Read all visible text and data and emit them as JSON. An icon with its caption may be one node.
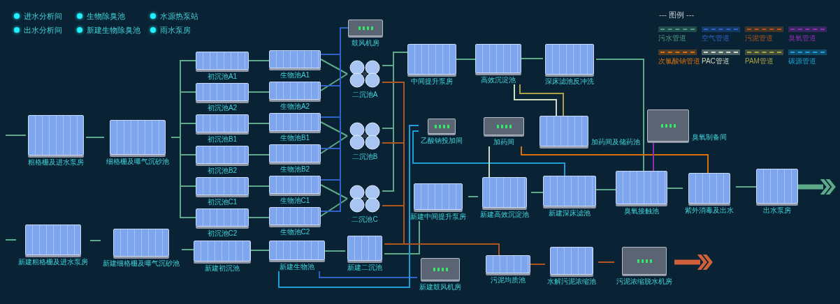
{
  "diagram": {
    "nodes": [
      {
        "text": [
          "粗格栅及进水泵房"
        ]
      },
      {
        "text": [
          "细格栅及曝气沉砂池"
        ]
      },
      {
        "text": [
          "初沉池A1"
        ]
      },
      {
        "text": [
          "初沉池A2"
        ]
      },
      {
        "text": [
          "初沉池B1"
        ]
      },
      {
        "text": [
          "初沉池B2"
        ]
      },
      {
        "text": [
          "初沉池C1"
        ]
      },
      {
        "text": [
          "初沉池C2"
        ]
      },
      {
        "text": [
          "生物池A1"
        ]
      },
      {
        "text": [
          "生物池A2"
        ]
      },
      {
        "text": [
          "生物池B1"
        ]
      },
      {
        "text": [
          "生物池B2"
        ]
      },
      {
        "text": [
          "生物池C1"
        ]
      },
      {
        "text": [
          "生物池C2"
        ]
      },
      {
        "text": [
          "鼓风机房"
        ]
      },
      {
        "text": [
          "二沉池A"
        ]
      },
      {
        "text": [
          "二沉池B"
        ]
      },
      {
        "text": [
          "二沉池C"
        ]
      },
      {
        "text": [
          "中间提升泵房"
        ]
      },
      {
        "text": [
          "高效沉淀池"
        ]
      },
      {
        "text": [
          "深床滤池反冲洗"
        ]
      },
      {
        "text": [
          "乙酸钠投加间"
        ]
      },
      {
        "text": [
          "加药间"
        ]
      },
      {
        "text": [
          "加药间及储药池"
        ]
      },
      {
        "text": [
          "臭氧制备间"
        ]
      },
      {
        "text": [
          "新建中间提升泵房"
        ]
      },
      {
        "text": [
          "新建高效沉淀池"
        ]
      },
      {
        "text": [
          "新建深床滤池"
        ]
      },
      {
        "text": [
          "臭氧接触池"
        ]
      },
      {
        "text": [
          "紫外消毒及出水"
        ]
      },
      {
        "text": [
          "出水泵房"
        ]
      },
      {
        "text": [
          "新建粗格栅及进水泵房"
        ]
      },
      {
        "text": [
          "新建细格栅及曝气沉砂池"
        ]
      },
      {
        "text": [
          "新建初沉池"
        ]
      },
      {
        "text": [
          "新建生物池"
        ]
      },
      {
        "text": [
          "新建二沉池"
        ]
      },
      {
        "text": [
          "新建鼓风机房"
        ]
      },
      {
        "text": [
          "污泥均质池"
        ]
      },
      {
        "text": [
          "水解污泥浓缩池"
        ]
      },
      {
        "text": [
          "污泥浓缩脱水机房"
        ]
      }
    ],
    "edges": [
      {
        "from": null,
        "to": 0,
        "arrow": "none"
      },
      {
        "from": 0,
        "to": 1,
        "arrow": "none"
      },
      {
        "from": 1,
        "to": 2,
        "arrow": "none"
      },
      {
        "from": 1,
        "to": 3,
        "arrow": "none"
      },
      {
        "from": 1,
        "to": 4,
        "arrow": "none"
      },
      {
        "from": 1,
        "to": 5,
        "arrow": "none"
      },
      {
        "from": 1,
        "to": 6,
        "arrow": "none"
      },
      {
        "from": 1,
        "to": 7,
        "arrow": "none"
      },
      {
        "from": 2,
        "to": 8,
        "arrow": "none"
      },
      {
        "from": 3,
        "to": 9,
        "arrow": "none"
      },
      {
        "from": 4,
        "to": 10,
        "arrow": "none"
      },
      {
        "from": 5,
        "to": 11,
        "arrow": "none"
      },
      {
        "from": 6,
        "to": 12,
        "arrow": "none"
      },
      {
        "from": 7,
        "to": 13,
        "arrow": "none"
      },
      {
        "from": 8,
        "to": 15,
        "arrow": "none"
      },
      {
        "from": 9,
        "to": 15,
        "arrow": "none"
      },
      {
        "from": 10,
        "to": 16,
        "arrow": "none"
      },
      {
        "from": 11,
        "to": 16,
        "arrow": "none"
      },
      {
        "from": 12,
        "to": 17,
        "arrow": "none"
      },
      {
        "from": 13,
        "to": 17,
        "arrow": "none"
      },
      {
        "from": 15,
        "to": 18,
        "arrow": "none"
      },
      {
        "from": 16,
        "to": 18,
        "arrow": "none"
      },
      {
        "from": 17,
        "to": 18,
        "arrow": "none"
      },
      {
        "from": 18,
        "to": 19,
        "arrow": "none"
      },
      {
        "from": 19,
        "to": 20,
        "arrow": "none"
      },
      {
        "from": 20,
        "to": 28,
        "arrow": "none"
      },
      {
        "from": null,
        "to": 31,
        "arrow": "none"
      },
      {
        "from": 31,
        "to": 32,
        "arrow": "none"
      },
      {
        "from": 32,
        "to": 33,
        "arrow": "none"
      },
      {
        "from": 33,
        "to": 34,
        "arrow": "none"
      },
      {
        "from": 34,
        "to": 35,
        "arrow": "none"
      },
      {
        "from": 35,
        "to": 25,
        "arrow": "none"
      },
      {
        "from": 25,
        "to": 26,
        "arrow": "none"
      },
      {
        "from": 26,
        "to": 27,
        "arrow": "none"
      },
      {
        "from": 27,
        "to": 28,
        "arrow": "none"
      },
      {
        "from": 28,
        "to": 29,
        "arrow": "none"
      },
      {
        "from": 29,
        "to": 30,
        "arrow": "none"
      },
      {
        "from": 30,
        "to": null,
        "arrow": "to",
        "style": "thick"
      },
      {
        "from": 14,
        "to": 8,
        "arrow": "none",
        "color": "#2e62c8"
      },
      {
        "from": 14,
        "to": 9,
        "arrow": "none",
        "color": "#2e62c8"
      },
      {
        "from": 14,
        "to": 10,
        "arrow": "none",
        "color": "#2e62c8"
      },
      {
        "from": 14,
        "to": 11,
        "arrow": "none",
        "color": "#2e62c8"
      },
      {
        "from": 14,
        "to": 12,
        "arrow": "none",
        "color": "#2e62c8"
      },
      {
        "from": 14,
        "to": 13,
        "arrow": "none",
        "color": "#2e62c8"
      },
      {
        "from": 36,
        "to": 34,
        "arrow": "none",
        "color": "#2e62c8"
      },
      {
        "from": 21,
        "to": 34,
        "arrow": "none",
        "color": "#1c9fd6"
      },
      {
        "from": 21,
        "to": 27,
        "arrow": "none",
        "color": "#1c9fd6"
      },
      {
        "from": 15,
        "to": 37,
        "arrow": "none",
        "color": "#b0561c"
      },
      {
        "from": 16,
        "to": 37,
        "arrow": "none",
        "color": "#b0561c"
      },
      {
        "from": 17,
        "to": 37,
        "arrow": "none",
        "color": "#b0561c"
      },
      {
        "from": 35,
        "to": 37,
        "arrow": "none",
        "color": "#b0561c"
      },
      {
        "from": 37,
        "to": 38,
        "arrow": "none",
        "color": "#b0561c"
      },
      {
        "from": 38,
        "to": 39,
        "arrow": "none",
        "color": "#b0561c"
      },
      {
        "from": 39,
        "to": null,
        "arrow": "to",
        "style": "thick",
        "color": "#d0603a"
      },
      {
        "from": 22,
        "to": 29,
        "arrow": "none",
        "color": "#d8700e"
      },
      {
        "from": 22,
        "to": 26,
        "arrow": "none",
        "color": "#d0dcc0"
      },
      {
        "from": 23,
        "to": 19,
        "arrow": "none",
        "color": "#d0dcc0"
      },
      {
        "from": 23,
        "to": 19,
        "arrow": "none",
        "color": "#a8a048"
      },
      {
        "from": 24,
        "to": 28,
        "arrow": "none",
        "color": "#9030b0"
      }
    ],
    "labels": [
      "进水分析间",
      "生物除臭池",
      "水源热泵站",
      "出水分析间",
      "新建生物除臭池",
      "雨水泵房",
      "--- 图例 ---"
    ],
    "legend": [
      {
        "text": "污水管道",
        "color": "#4e9c80"
      },
      {
        "text": "空气管道",
        "color": "#2e62c8"
      },
      {
        "text": "污泥管道",
        "color": "#b0561c"
      },
      {
        "text": "臭氧管道",
        "color": "#9030b0"
      },
      {
        "text": "次氯酸钠管道",
        "color": "#d8700e"
      },
      {
        "text": "PAC管道",
        "color": "#d0dcc0"
      },
      {
        "text": "PAM管道",
        "color": "#a8a048"
      },
      {
        "text": "碳源管道",
        "color": "#1c9fd6"
      }
    ]
  }
}
